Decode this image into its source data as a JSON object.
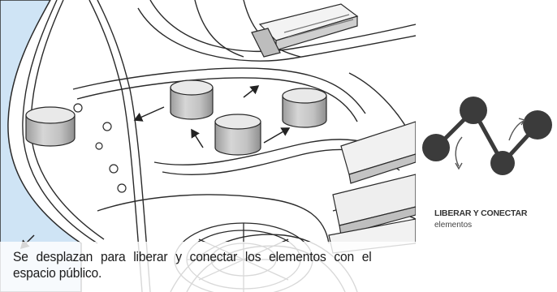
{
  "caption": "Se desplazan para liberar y conectar los elementos con el espacio público.",
  "legend": {
    "title": "LIBERAR Y CONECTAR",
    "subtitle": "elementos"
  },
  "colors": {
    "water": "#cfe4f5",
    "line": "#222222",
    "node": "#3b3b3b",
    "cylinder_top": "#e9e9e9",
    "cylinder_side": "#bdbdbd"
  }
}
